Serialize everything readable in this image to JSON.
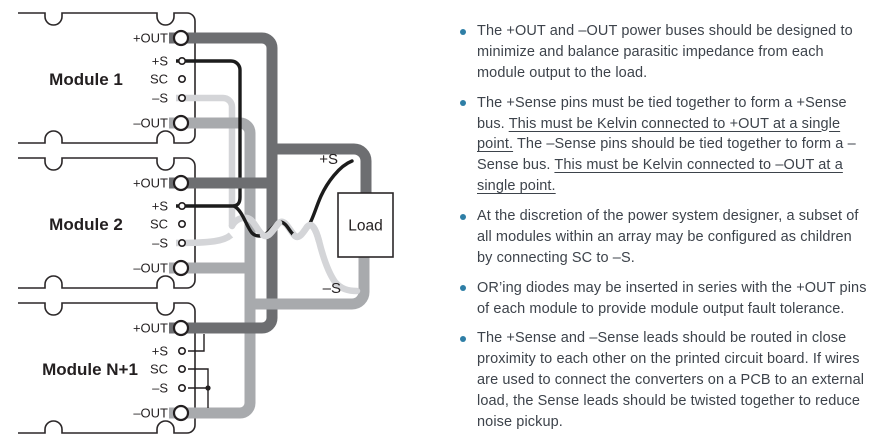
{
  "diagram": {
    "modules": [
      {
        "label": "Module 1",
        "pins": [
          "+OUT",
          "+S",
          "SC",
          "–S",
          "–OUT"
        ]
      },
      {
        "label": "Module 2",
        "pins": [
          "+OUT",
          "+S",
          "SC",
          "–S",
          "–OUT"
        ]
      },
      {
        "label": "Module N+1",
        "pins": [
          "+OUT",
          "+S",
          "SC",
          "–S",
          "–OUT"
        ]
      }
    ],
    "load_label": "Load",
    "plus_sense_bus_label": "+S",
    "minus_sense_bus_label": "–S",
    "colors": {
      "pos_out_bus": "#6d6e71",
      "neg_out_bus": "#a8aaad",
      "pos_sense_wire": "#1c1c1c",
      "neg_sense_wire": "#d4d5d8",
      "outline": "#2b2728"
    }
  },
  "notes": {
    "bullet_color": "#2e7ea6",
    "text_color": "#3d434b",
    "bullets": [
      {
        "segments": [
          {
            "text": "The +OUT and –OUT power buses should be designed to minimize and balance parasitic impedance from each module output to the load.",
            "underline": false
          }
        ]
      },
      {
        "segments": [
          {
            "text": "The +Sense pins must be tied together to form a +Sense bus. ",
            "underline": false
          },
          {
            "text": "This must be Kelvin connected to +OUT at a single point.",
            "underline": true
          },
          {
            "text": " The –Sense pins should be tied together to form a –Sense bus. ",
            "underline": false
          },
          {
            "text": "This must be Kelvin connected to –OUT at a single point.",
            "underline": true
          }
        ]
      },
      {
        "segments": [
          {
            "text": "At the discretion of the power system designer, a subset of all modules within an array may be configured as children by connecting SC to –S.",
            "underline": false
          }
        ]
      },
      {
        "segments": [
          {
            "text": "OR’ing diodes may be inserted in series with the +OUT pins of each module to provide module output fault tolerance.",
            "underline": false
          }
        ]
      },
      {
        "segments": [
          {
            "text": "The +Sense and –Sense leads should  be routed in close proximity to each other on the printed circuit board. If wires are used to connect the converters on a PCB to an external load, the Sense leads should be twisted together to reduce noise pickup.",
            "underline": false
          }
        ]
      }
    ]
  }
}
